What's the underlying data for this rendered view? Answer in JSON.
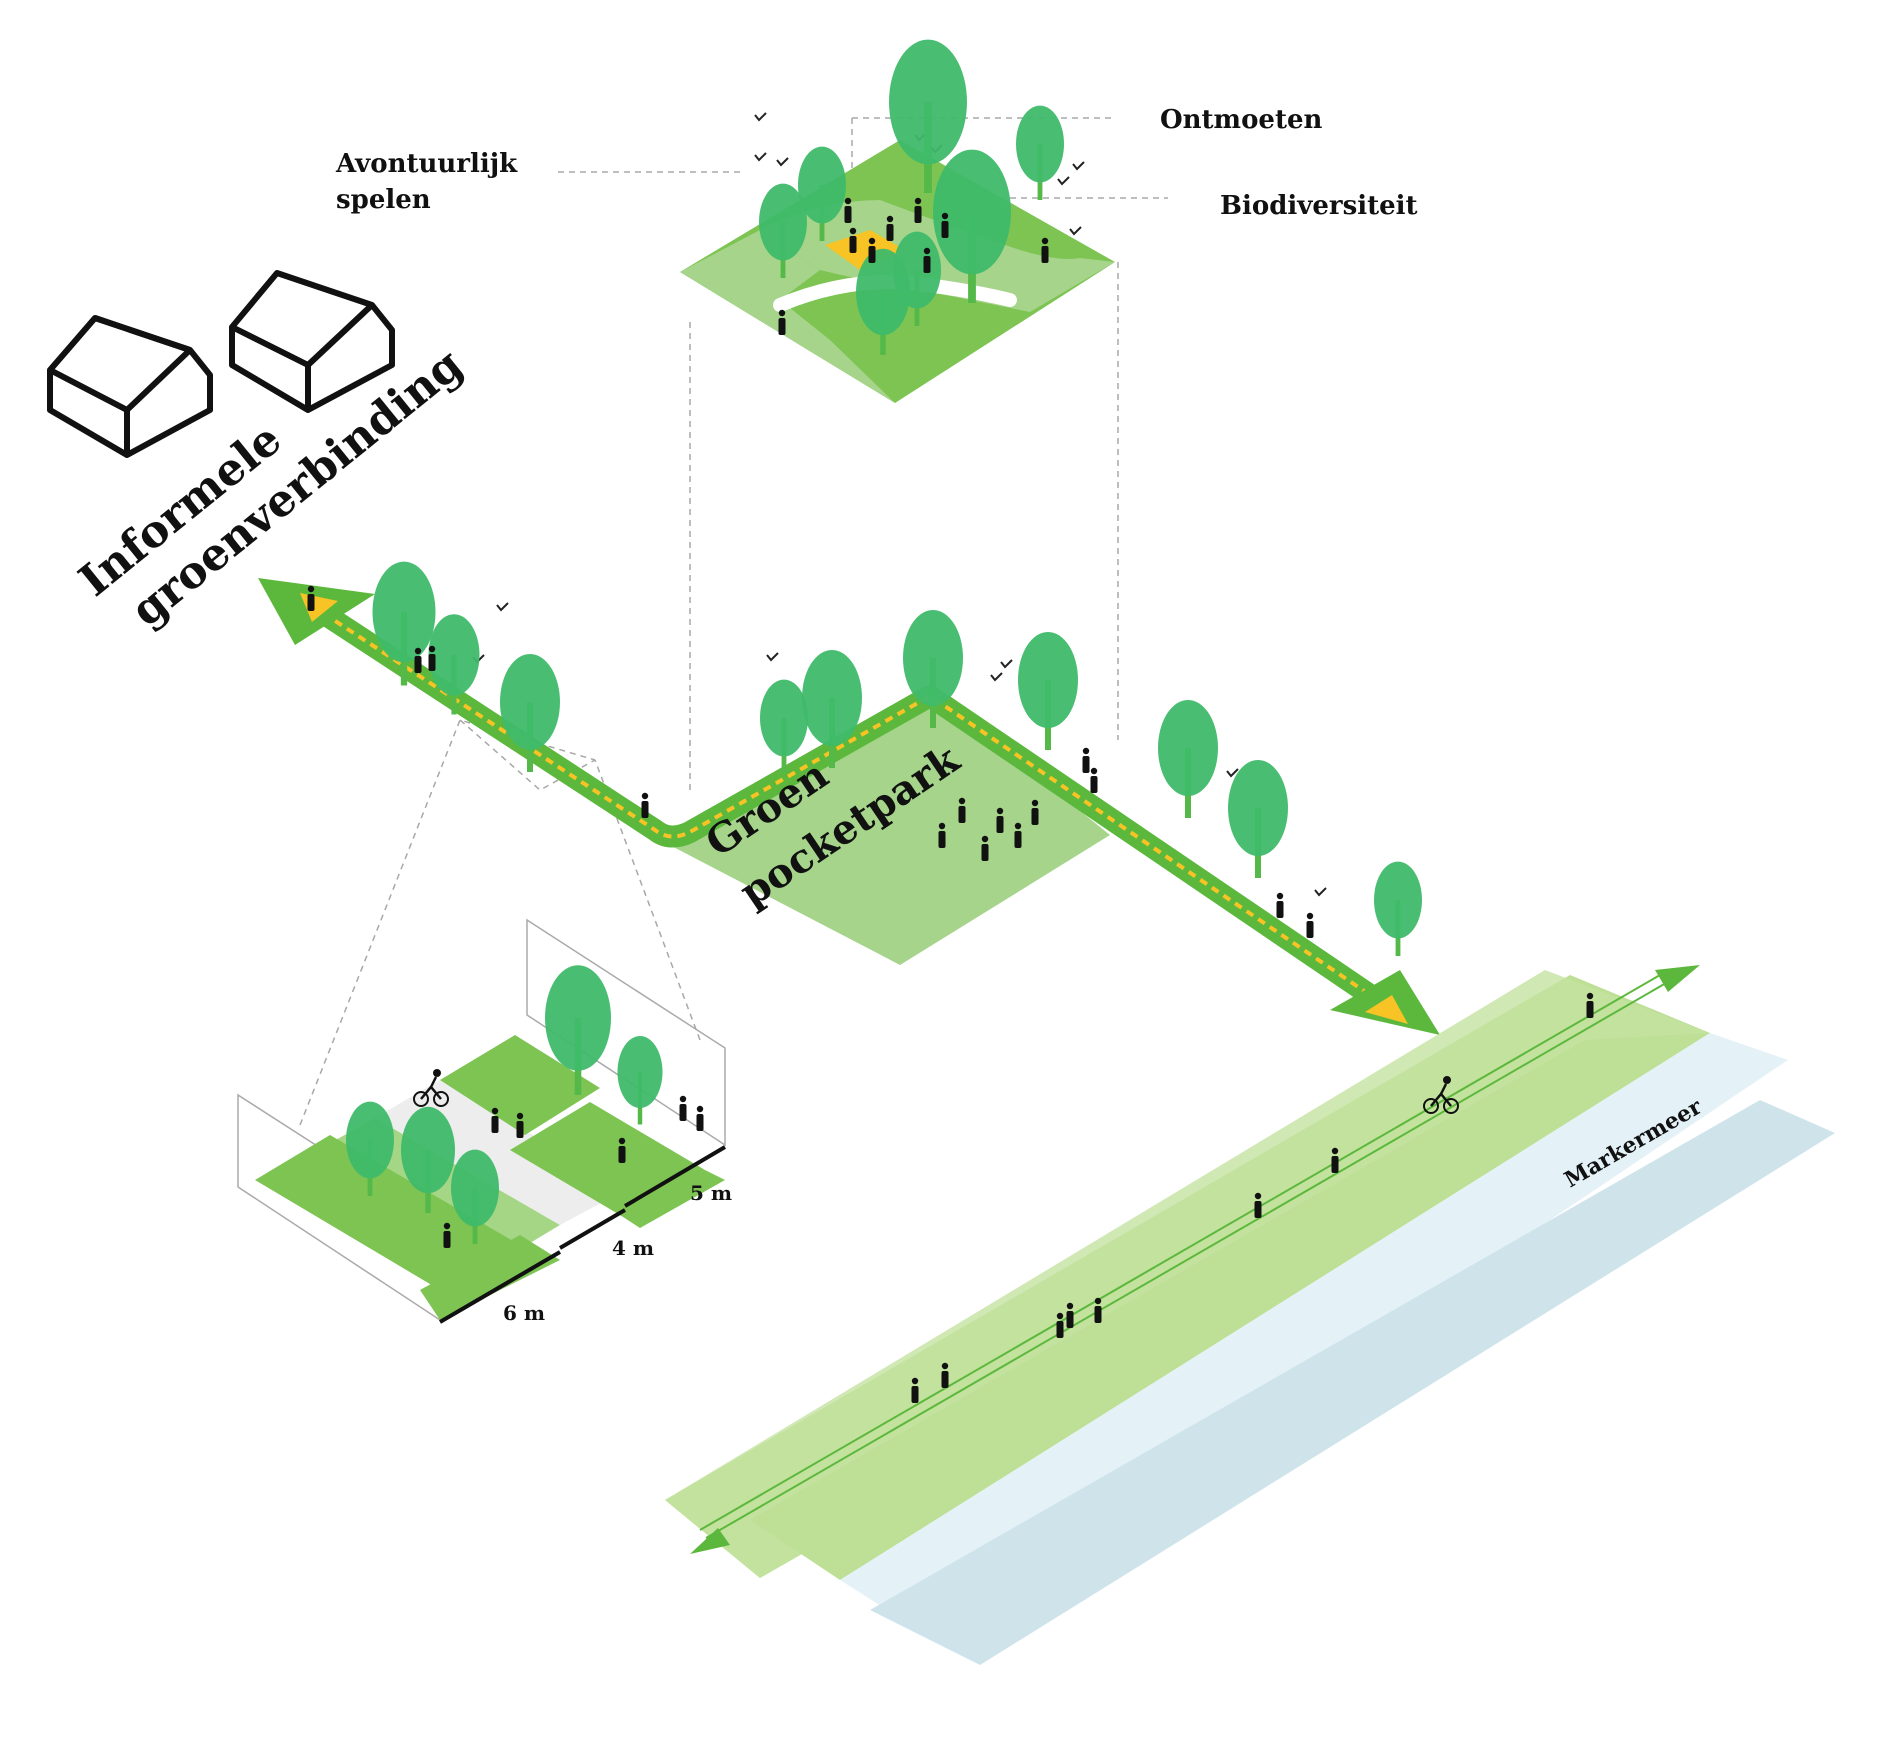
{
  "labels": {
    "ontmoeten": "Ontmoeten",
    "avontuurlijk_1": "Avontuurlijk",
    "avontuurlijk_2": "spelen",
    "biodiversiteit": "Biodiversiteit",
    "informele_1": "Informele",
    "informele_2": "groenverbinding",
    "pocket_1": "Groen",
    "pocket_2": "pocketpark",
    "markermeer": "Markermeer",
    "dim_5": "5 m",
    "dim_4": "4 m",
    "dim_6": "6 m"
  },
  "colors": {
    "grass": "#7dc453",
    "grass_light": "#a5d48a",
    "grass_pale": "#c4e2a0",
    "tree": "#3fba6a",
    "tree_trunk": "#54b948",
    "path": "#5cb83c",
    "yellow": "#f7c325",
    "water_light": "#e4f2f8",
    "water_dark": "#cfe4ea",
    "gray_road": "#ededed",
    "ink": "#111111"
  },
  "icons": [
    "house-icon",
    "tree-icon",
    "person-icon",
    "cyclist-icon",
    "bird-icon",
    "arrow-icon"
  ]
}
